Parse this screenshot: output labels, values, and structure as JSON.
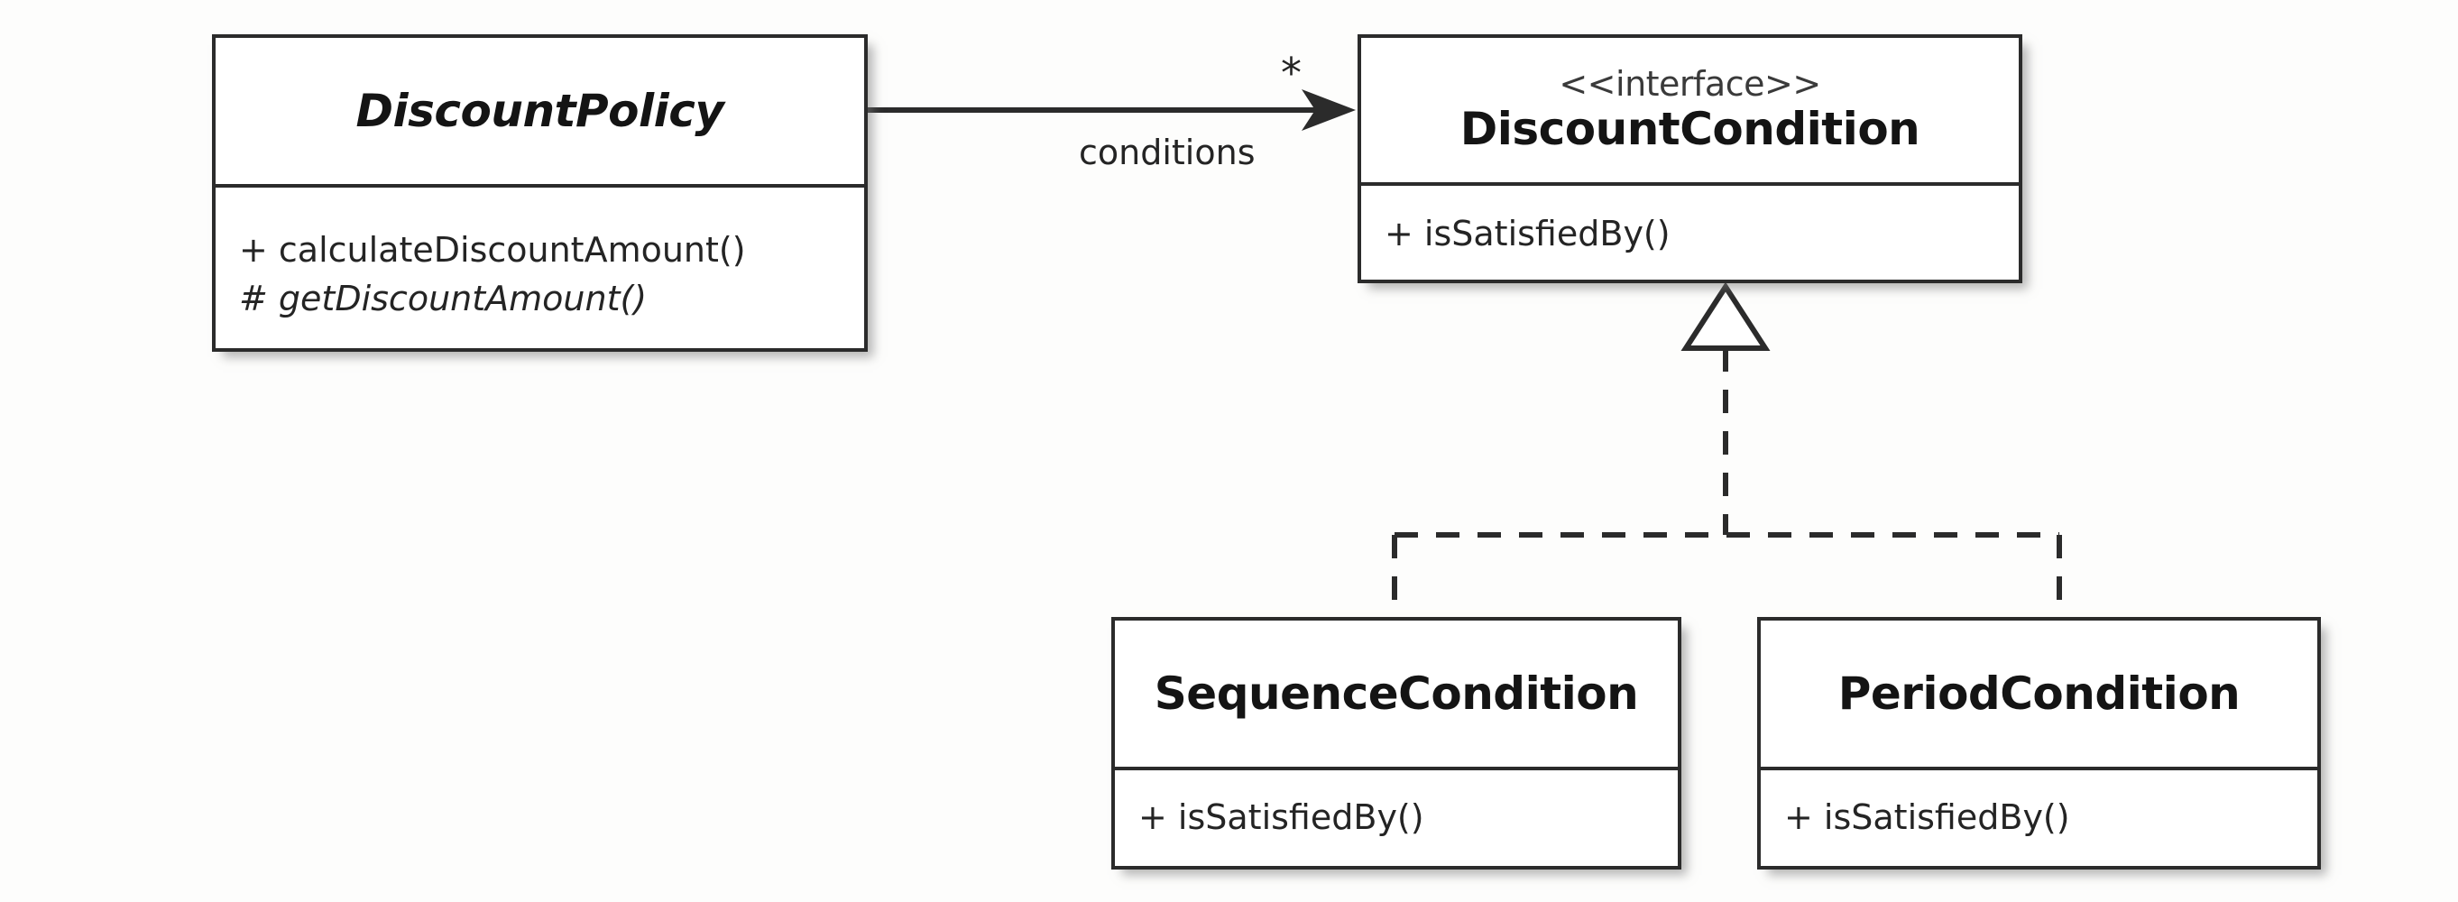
{
  "diagram": {
    "type": "uml-class-diagram",
    "background_color": "#fdfdfc",
    "line_color": "#2b2b2b",
    "box_fill": "#ffffff"
  },
  "classes": [
    {
      "id": "discount-policy",
      "stereotype": "",
      "name": "DiscountPolicy",
      "is_abstract": true,
      "members": [
        {
          "text": "+ calculateDiscountAmount()",
          "visibility": "+",
          "is_abstract": false
        },
        {
          "text": "# getDiscountAmount()",
          "visibility": "#",
          "is_abstract": true
        }
      ]
    },
    {
      "id": "discount-condition",
      "stereotype": "<<interface>>",
      "name": "DiscountCondition",
      "is_abstract": false,
      "members": [
        {
          "text": "+ isSatisfiedBy()",
          "visibility": "+",
          "is_abstract": false
        }
      ]
    },
    {
      "id": "sequence-condition",
      "stereotype": "",
      "name": "SequenceCondition",
      "is_abstract": false,
      "members": [
        {
          "text": "+ isSatisfiedBy()",
          "visibility": "+",
          "is_abstract": false
        }
      ]
    },
    {
      "id": "period-condition",
      "stereotype": "",
      "name": "PeriodCondition",
      "is_abstract": false,
      "members": [
        {
          "text": "+ isSatisfiedBy()",
          "visibility": "+",
          "is_abstract": false
        }
      ]
    }
  ],
  "relationships": [
    {
      "id": "association-policy-condition",
      "kind": "directed-association",
      "from": "DiscountPolicy",
      "to": "DiscountCondition",
      "role_label": "conditions",
      "multiplicity": "*",
      "line_style": "solid",
      "arrow_head": "filled-open-arrow"
    },
    {
      "id": "realization-sequence",
      "kind": "realization",
      "from": "SequenceCondition",
      "to": "DiscountCondition",
      "line_style": "dashed",
      "arrow_head": "hollow-triangle"
    },
    {
      "id": "realization-period",
      "kind": "realization",
      "from": "PeriodCondition",
      "to": "DiscountCondition",
      "line_style": "dashed",
      "arrow_head": "hollow-triangle"
    }
  ]
}
